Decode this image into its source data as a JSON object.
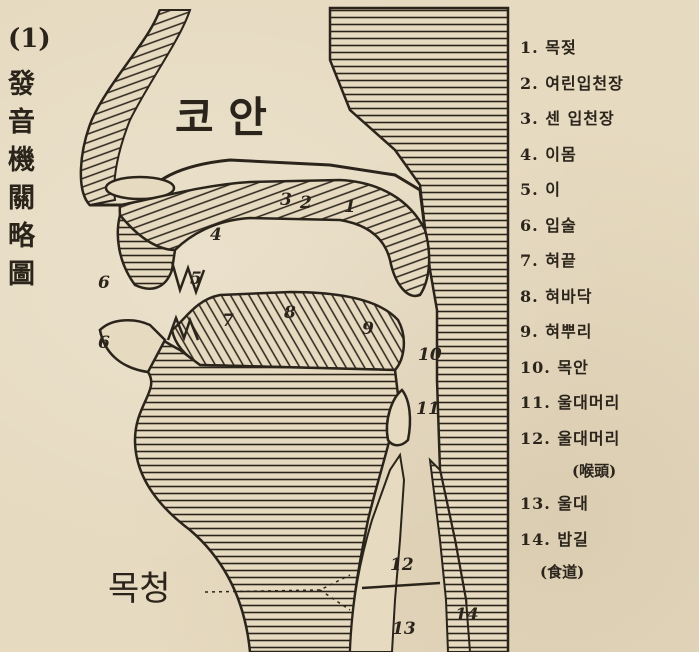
{
  "figure": {
    "number": "(1)",
    "title_chars": [
      "發",
      "音",
      "機",
      "關",
      "略",
      "圖"
    ]
  },
  "diagram": {
    "nasal_cavity_label": "코 안",
    "throat_label": "목청",
    "part_numbers": [
      "1",
      "2",
      "3",
      "4",
      "5",
      "6",
      "6",
      "7",
      "8",
      "9",
      "10",
      "11",
      "12",
      "13",
      "14"
    ]
  },
  "legend": {
    "items": [
      "1. 목젖",
      "2. 여린입천장",
      "3. 센 입천장",
      "4. 이몸",
      "5. 이",
      "6. 입술",
      "7. 혀끝",
      "8. 혀바닥",
      "9. 혀뿌리",
      "10. 목안",
      "11. 울대머리",
      "12. 울대머리"
    ],
    "item12_note": "(喉頭)",
    "item13": "13. 울대",
    "item14": "14. 밥길",
    "item14_note": "(食道)"
  },
  "colors": {
    "paper": "#e6dac0",
    "ink": "#2b241b"
  }
}
